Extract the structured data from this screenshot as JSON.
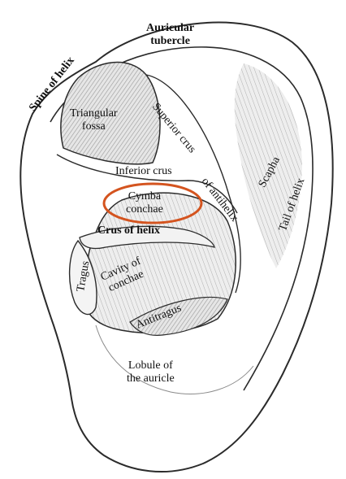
{
  "colors": {
    "line": "#2b2b2b",
    "shade": "#9a9a9a",
    "shade_light": "#cfcfcf",
    "highlight_ring": "#d4541f",
    "background": "#ffffff"
  },
  "labels": {
    "auricular_tubercle": [
      "Auricular",
      "tubercle"
    ],
    "spine_of_helix": "Spine of helix",
    "triangular_fossa": [
      "Triangular",
      "fossa"
    ],
    "superior_crus": "Superior crus",
    "inferior_crus": "Inferior crus",
    "of_antihelix": "of antihelix",
    "scapha": "Scapha",
    "tail_of_helix": "Tail of helix",
    "cymba_conchae": [
      "Cymba",
      "conchae"
    ],
    "crus_of_helix": "Crus of helix",
    "tragus": "Tragus",
    "cavity_of_conchae": [
      "Cavity of",
      "conchae"
    ],
    "antitragus": "Antitragus",
    "lobule_of_the_auricle": [
      "Lobule of",
      "the auricle"
    ]
  }
}
